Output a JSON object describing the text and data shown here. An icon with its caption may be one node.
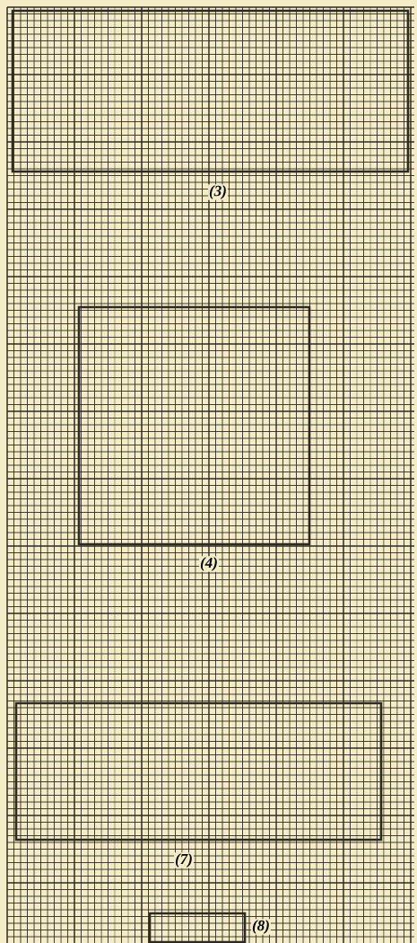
{
  "diagram": {
    "nodes": [
      {
        "text": [
          "(3)"
        ]
      },
      {
        "text": [
          "(4)"
        ]
      },
      {
        "text": [
          "(7)"
        ]
      },
      {
        "text": [
          "(8)"
        ]
      }
    ]
  }
}
